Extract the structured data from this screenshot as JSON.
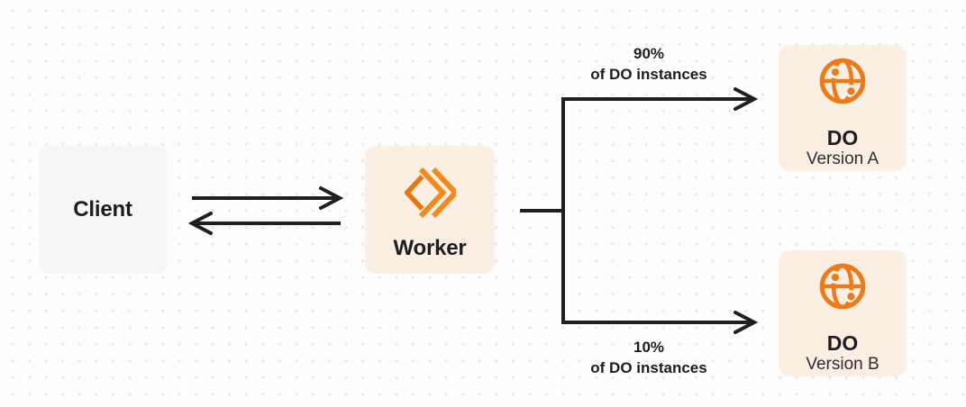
{
  "diagram": {
    "nodes": {
      "client": {
        "label": "Client"
      },
      "worker": {
        "label": "Worker",
        "icon": "cloudflare-workers-logo-icon"
      },
      "do_version_a": {
        "title": "DO",
        "subtitle": "Version A",
        "icon": "globe-icon"
      },
      "do_version_b": {
        "title": "DO",
        "subtitle": "Version B",
        "icon": "globe-icon"
      }
    },
    "edges": {
      "client_worker": {
        "type": "bidirectional-arrows"
      },
      "split_top": {
        "percent": "90%",
        "caption": "of DO instances"
      },
      "split_bottom": {
        "percent": "10%",
        "caption": "of DO instances"
      }
    },
    "colors": {
      "background": "#fdfdfd",
      "dot_grid": "#e8e8e8",
      "line": "#1f1f1f",
      "client_box": "#f6f6f7",
      "accent_box": "#faefe2",
      "orange": "#f28a1e",
      "orange_deep": "#e6770e",
      "globe_orange": "#ee7b19",
      "text": "#1d1d1f",
      "text_secondary": "#2e2e30"
    }
  }
}
